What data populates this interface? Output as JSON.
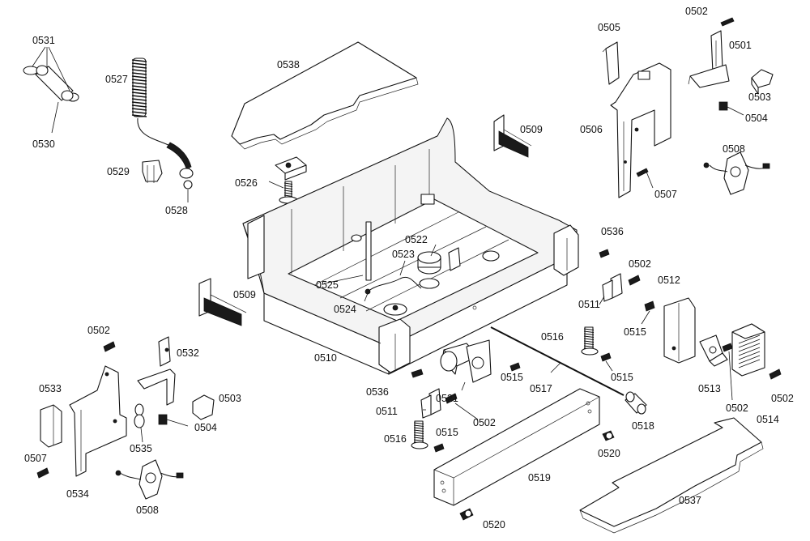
{
  "labels": {
    "p0501": "0501",
    "p0502": "0502",
    "p0503": "0503",
    "p0504": "0504",
    "p0505": "0505",
    "p0506": "0506",
    "p0507": "0507",
    "p0508": "0508",
    "p0509": "0509",
    "p0510": "0510",
    "p0511": "0511",
    "p0512": "0512",
    "p0513": "0513",
    "p0514": "0514",
    "p0515": "0515",
    "p0516": "0516",
    "p0517": "0517",
    "p0518": "0518",
    "p0519": "0519",
    "p0520": "0520",
    "p0521": "0521",
    "p0522": "0522",
    "p0523": "0523",
    "p0524": "0524",
    "p0525": "0525",
    "p0526": "0526",
    "p0527": "0527",
    "p0528": "0528",
    "p0529": "0529",
    "p0530": "0530",
    "p0531": "0531",
    "p0532": "0532",
    "p0533": "0533",
    "p0534": "0534",
    "p0535": "0535",
    "p0536": "0536",
    "p0537": "0537",
    "p0538": "0538"
  }
}
